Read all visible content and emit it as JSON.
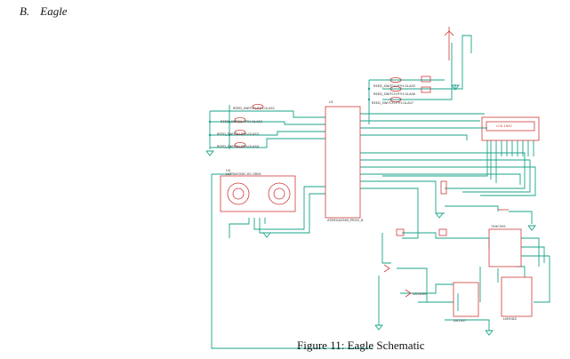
{
  "section": {
    "number": "B.",
    "title": "Eagle"
  },
  "figure": {
    "caption": "Figure 11: Eagle Schematic"
  },
  "schematic": {
    "wire_color": "#19a38a",
    "part_color": "#d03a3a",
    "labels": {
      "mcu_ref": "U1",
      "mcu_name": "ATMEGA2560_PROG_8",
      "sensor_ref": "U4",
      "sensor_name": "ULTRASONIC-HC-SR04",
      "lcd_name": "LCD-16X2",
      "reed_left": [
        "REED_SWITCH-P?H-GLAS1",
        "REED_SWITCH-P?H-GLAS2",
        "REED_SWITCH-P?H-GLAS3",
        "REED_SWITCH-P?H-GLAS4"
      ],
      "reed_right": [
        "REED_SWITCH-P?H-GLAS5",
        "REED_SWITCH-P?H-GLAS6",
        "REED_SWITCH-P?H-GLAS7"
      ],
      "ic_top": "74HC595",
      "ic_mid": "DS1307",
      "ic_right": "LM35DZ",
      "led": "LED3MM"
    }
  }
}
